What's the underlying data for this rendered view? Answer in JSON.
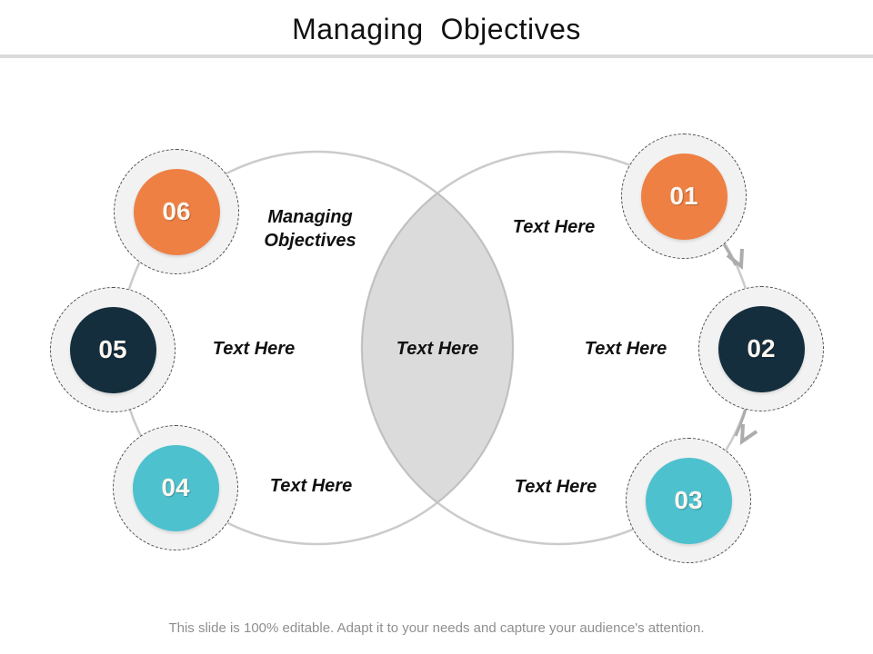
{
  "slide": {
    "title": "Managing  Objectives",
    "footer": "This slide is 100% editable. Adapt it to your needs and capture your audience's attention."
  },
  "diagram": {
    "type": "two-circle venn cycle with 6 numbered steps",
    "center_label": "Text Here",
    "nodes": [
      {
        "number": "01",
        "label": "Text Here",
        "color": "#EE8044"
      },
      {
        "number": "02",
        "label": "Text Here",
        "color": "#142E3D"
      },
      {
        "number": "03",
        "label": "Text Here",
        "color": "#4EC1CE"
      },
      {
        "number": "04",
        "label": "Text Here",
        "color": "#4EC1CE"
      },
      {
        "number": "05",
        "label": "Text Here",
        "color": "#142E3D"
      },
      {
        "number": "06",
        "label": "Managing Objectives",
        "color": "#EE8044"
      }
    ],
    "colors": {
      "orange": "#EE8044",
      "navy": "#142E3D",
      "teal": "#4EC1CE",
      "node_ring_fill": "#F2F2F2",
      "big_circle_stroke": "#CBCBCB",
      "lens_fill": "#DBDBDB",
      "arrow": "#ACACAC",
      "title_rule": "#DBDBDB"
    }
  }
}
